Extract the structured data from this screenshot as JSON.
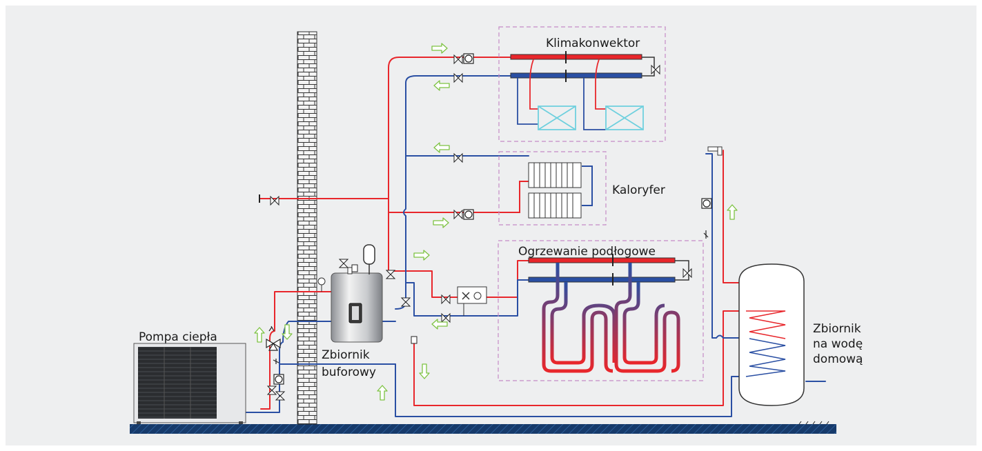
{
  "labels": {
    "fan_coil": "Klimakonwektor",
    "radiator": "Kaloryfer",
    "floor_heating": "Ogrzewanie podłogowe",
    "heat_pump": "Pompa ciepła",
    "buffer_tank_line1": "Zbiornik",
    "buffer_tank_line2": "buforowy",
    "dhw_tank_line1": "Zbiornik",
    "dhw_tank_line2": "na wodę",
    "dhw_tank_line3": "domową"
  },
  "colors": {
    "background": "#eeeff0",
    "supply_pipe": "#e8262b",
    "return_pipe": "#2a4fa3",
    "flow_arrow": "#7dc242",
    "ground": "#163a6b",
    "zone_border": "#c58bc6",
    "fan_coil_unit": "#6fd0de"
  }
}
